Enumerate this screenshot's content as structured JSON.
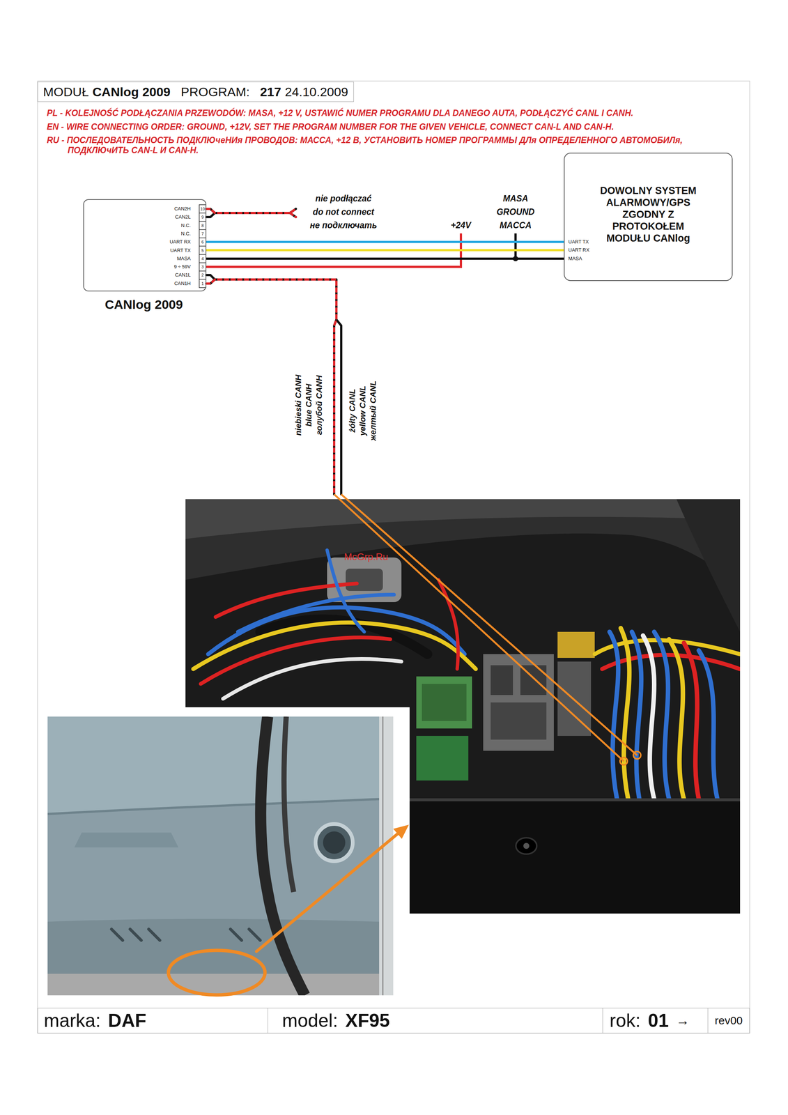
{
  "diagram": {
    "nodes": [
      {
        "text": [
          "MODUŁ",
          "CANlog 2009",
          "PROGRAM:",
          "217",
          "24.10.2009"
        ]
      },
      {
        "text": [
          "CANlog 2009",
          "CAN2H",
          "CAN2L",
          "N.C.",
          "N.C.",
          "UART RX",
          "UART TX",
          "MASA",
          "9 ÷ 59V",
          "CAN1L",
          "CAN1H",
          "10",
          "9",
          "8",
          "7",
          "6",
          "5",
          "4",
          "3",
          "2",
          "1"
        ]
      },
      {
        "text": [
          "DOWOLNY SYSTEM ALARMOWY/GPS ZGODNY Z PROTOKOŁEM MODUŁU CANlog",
          "UART TX",
          "UART RX",
          "MASA"
        ]
      },
      {
        "text": [
          "marka:",
          "DAF"
        ]
      },
      {
        "text": [
          "model:",
          "XF95"
        ]
      },
      {
        "text": [
          "rok:",
          "01",
          "→"
        ]
      },
      {
        "text": [
          "rev00"
        ]
      }
    ],
    "edges": [
      {
        "from": 1,
        "to": 2,
        "arrow": "none"
      },
      {
        "from": 1,
        "to": 2,
        "arrow": "none"
      },
      {
        "from": 1,
        "to": 2,
        "arrow": "none"
      }
    ],
    "labels": [
      "PL - KOLEJNOŚĆ PODŁĄCZANIA PRZEWODÓW: MASA, +12 V, USTAWIĆ NUMER PROGRAMU DLA DANEGO AUTA, PODŁĄCZYĆ CANL I CANH.",
      "EN - WIRE CONNECTING ORDER: GROUND, +12V, SET THE PROGRAM NUMBER FOR THE GIVEN VEHICLE, CONNECT CAN-L AND CAN-H.",
      "RU - ПОСЛЕДОВАТЕЛЬНОСТЬ ПОДКЛЮчеНИя ПРОВОДОВ: МАССА, +12 В, УСТАНОВИТЬ НОМЕР ПРОГРАММЫ ДЛя ОПРЕДЕЛЕННОГО АВТОМОБИЛя, ПОДКЛЮчИТЬ CAN-L И CAN-H.",
      "nie podłączać",
      "do not connect",
      "не подключать",
      "+24V",
      "MASA",
      "GROUND",
      "MACCA",
      "niebieski CANH",
      "blue CANH",
      "голубой CANH",
      "żółty CANL",
      "yellow CANL",
      "желтый CANL",
      "McGrp.Ru"
    ]
  }
}
